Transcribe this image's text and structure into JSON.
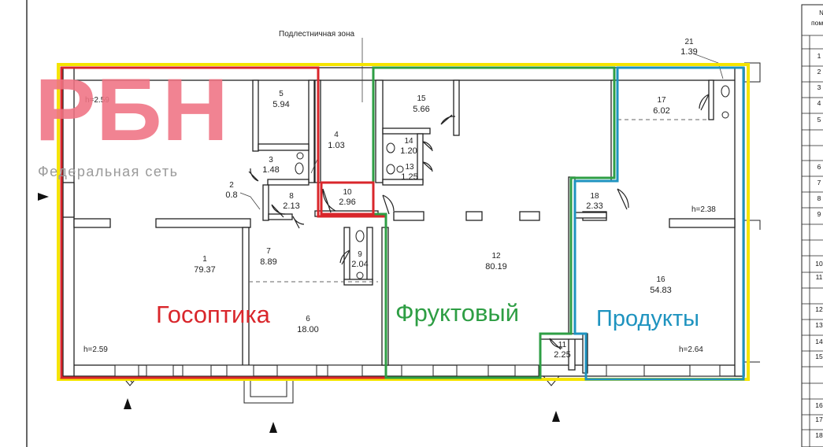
{
  "watermark": {
    "logo": "РБН",
    "subtitle": "Федеральная сеть",
    "color": "#f07383"
  },
  "stair_zone_label": "Подлестничная зона",
  "heights": {
    "h_top_left": "h=2.59",
    "h_bottom_left": "h=2.59",
    "h_right_top": "h=2.38",
    "h_right_bottom": "h=2.64"
  },
  "rooms": [
    {
      "id": "1",
      "area": "79.37"
    },
    {
      "id": "2",
      "area": "0.8"
    },
    {
      "id": "3",
      "area": "1.48"
    },
    {
      "id": "4",
      "area": "1.03"
    },
    {
      "id": "5",
      "area": "5.94"
    },
    {
      "id": "6",
      "area": "18.00"
    },
    {
      "id": "7",
      "area": "8.89"
    },
    {
      "id": "8",
      "area": "2.13"
    },
    {
      "id": "9",
      "area": "2.04"
    },
    {
      "id": "10",
      "area": "2.96"
    },
    {
      "id": "11",
      "area": "2.25"
    },
    {
      "id": "12",
      "area": "80.19"
    },
    {
      "id": "13",
      "area": "1.25"
    },
    {
      "id": "14",
      "area": "1.20"
    },
    {
      "id": "15",
      "area": "5.66"
    },
    {
      "id": "16",
      "area": "54.83"
    },
    {
      "id": "17",
      "area": "6.02"
    },
    {
      "id": "18",
      "area": "2.33"
    },
    {
      "id": "21",
      "area": "1.39"
    }
  ],
  "zones": [
    {
      "name": "Госоптика",
      "color": "#d9262b"
    },
    {
      "name": "Фруктовый",
      "color": "#2e9e44"
    },
    {
      "name": "Продукты",
      "color": "#1e93bf"
    }
  ],
  "outline_color": "#f5e400",
  "table": {
    "header": [
      "№",
      "пом"
    ],
    "rows": [
      "1",
      "2",
      "3",
      "4",
      "5",
      "6",
      "7",
      "8",
      "9",
      "10",
      "11",
      "12",
      "13",
      "14",
      "15",
      "16",
      "17",
      "18"
    ]
  }
}
